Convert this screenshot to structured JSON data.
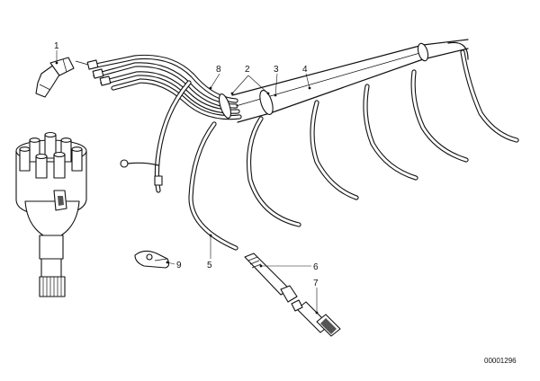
{
  "diagram": {
    "part_labels": {
      "p1": "1",
      "p2": "2",
      "p3": "3",
      "p4": "4",
      "p5": "5",
      "p6": "6",
      "p7": "7",
      "p8": "8",
      "p9": "9"
    },
    "drawing_code": "00001296"
  }
}
